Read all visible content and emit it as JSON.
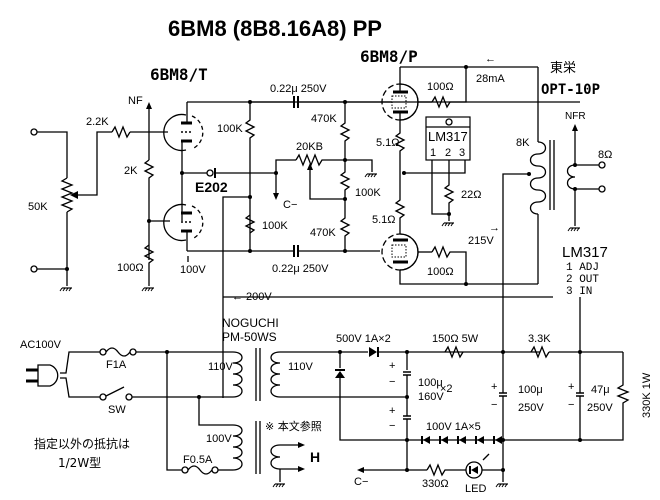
{
  "title": "6BM8 (8B8.16A8) PP",
  "tubes": {
    "driver_label": "6BM8/T",
    "power_label": "6BM8/P"
  },
  "transformer_out": {
    "maker": "東栄",
    "model": "OPT-10P",
    "primary": "8K",
    "secondary": "8Ω",
    "nfr": "NFR"
  },
  "input": {
    "volume": "50K",
    "grid_resistor": "2.2K",
    "nf_label": "NF",
    "cathode_r1": "2K",
    "cathode_r2": "100Ω",
    "cathode_voltage": "100V"
  },
  "phase_inverter": {
    "load_upper": "100K",
    "load_lower": "100K",
    "diode": "E202",
    "b_voltage": "← 200V"
  },
  "coupling": {
    "cap_upper": "0.22μ 250V",
    "cap_lower": "0.22μ 250V",
    "grid_upper": "470K",
    "grid_lower": "470K",
    "bias_pot": "20KB",
    "bias_r": "100K",
    "c_minus": "C−"
  },
  "output_stage": {
    "screen_upper": "100Ω",
    "screen_lower": "100Ω",
    "cath_upper": "5.1Ω",
    "cath_lower": "5.1Ω",
    "current": "28mA",
    "plate_voltage": "215V",
    "arrow_left": "←",
    "arrow_right": "→"
  },
  "regulator": {
    "name": "LM317",
    "pins": [
      "1",
      "2",
      "3"
    ],
    "adj_resistor": "22Ω",
    "legend_title": "LM317",
    "legend": [
      "1  ADJ",
      "2  OUT",
      "3  IN"
    ]
  },
  "power_supply": {
    "mains": "AC100V",
    "fuse_main": "F1A",
    "switch": "SW",
    "ptrans_maker": "NOGUCHI",
    "ptrans_model": "PM-50WS",
    "primary_v": "110V",
    "secondary_v": "110V",
    "htrans_primary": "100V",
    "fuse_heater": "F0.5A",
    "heater_note": "※ 本文参照",
    "heater_out": "H",
    "rectifier": "500V 1A×2",
    "cap_double_1": "100μ",
    "cap_double_2": "160V",
    "cap_double_mult": "×2",
    "series_r1": "150Ω 5W",
    "series_r2": "3.3K",
    "cap2_1": "100μ",
    "cap2_2": "250V",
    "cap3_1": "47μ",
    "cap3_2": "250V",
    "bleeder": "330K 1W",
    "diode_chain": "100V 1A×5",
    "led_resistor": "330Ω",
    "led": "LED",
    "c_minus": "C−",
    "plus": "+",
    "minus": "−"
  },
  "notes": {
    "line1": "指定以外の抵抗は",
    "line2": "1/2W型"
  }
}
